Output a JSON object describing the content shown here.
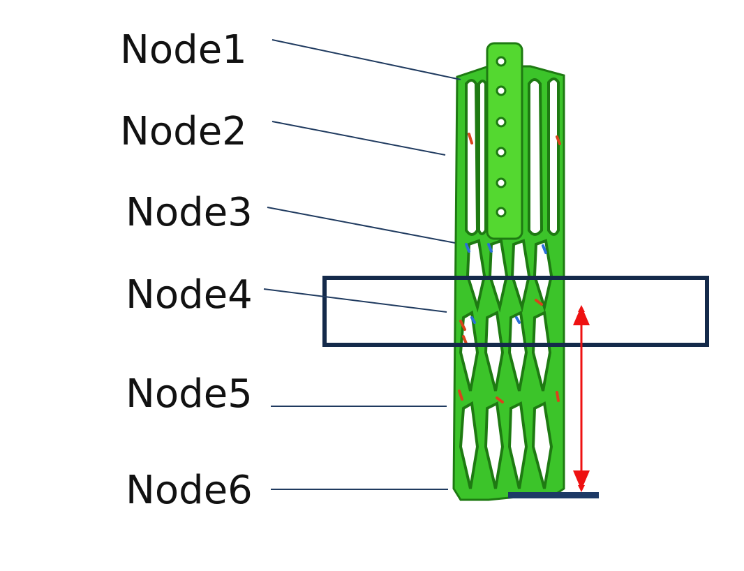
{
  "labels": {
    "node1": "Node1",
    "node2": "Node2",
    "node3": "Node3",
    "node4": "Node4",
    "node5": "Node5",
    "node6": "Node6"
  },
  "colors": {
    "leader_line": "#1f3a5f",
    "highlight_box": "#142a4a",
    "arrow": "#ee1111",
    "baseline_bar": "#1d3a66",
    "stent_green": "#3cc42a",
    "stent_dark_green": "#1e7a12",
    "stent_bright": "#7dff2e",
    "stress_red": "#d9431c",
    "stress_blue": "#2a6fd9"
  },
  "icons": {
    "stent": "stent-fea-contour-icon",
    "arrow": "double-headed-arrow-icon"
  }
}
